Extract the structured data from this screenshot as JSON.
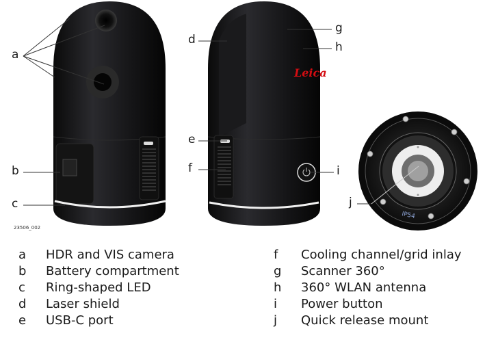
{
  "figure": {
    "id": "23506_002",
    "brand_logo": "Leica",
    "brand_color": "#d40d12",
    "mount_marking": "IP54",
    "callouts": {
      "a": "a",
      "b": "b",
      "c": "c",
      "d": "d",
      "e": "e",
      "f": "f",
      "g": "g",
      "h": "h",
      "i": "i",
      "j": "j"
    }
  },
  "legend": {
    "left": [
      {
        "key": "a",
        "label": "HDR and VIS camera"
      },
      {
        "key": "b",
        "label": "Battery compartment"
      },
      {
        "key": "c",
        "label": "Ring-shaped LED"
      },
      {
        "key": "d",
        "label": "Laser shield"
      },
      {
        "key": "e",
        "label": "USB-C port"
      }
    ],
    "right": [
      {
        "key": "f",
        "label": "Cooling channel/grid inlay"
      },
      {
        "key": "g",
        "label": "Scanner 360°"
      },
      {
        "key": "h",
        "label": "360° WLAN antenna"
      },
      {
        "key": "i",
        "label": "Power button"
      },
      {
        "key": "j",
        "label": "Quick release mount"
      }
    ]
  }
}
